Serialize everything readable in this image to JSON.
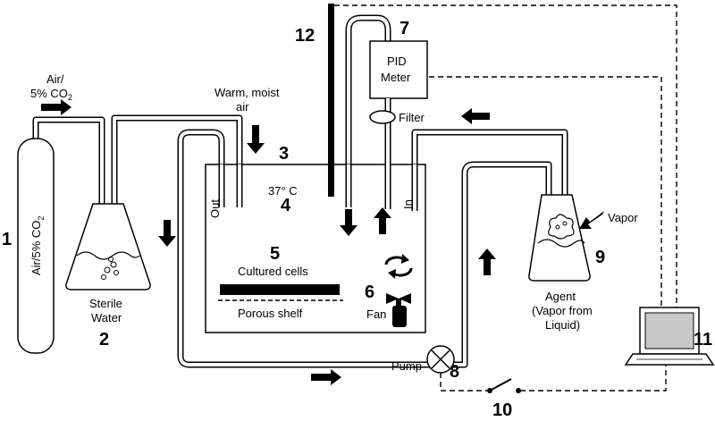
{
  "numbers": {
    "n1": "1",
    "n2": "2",
    "n3": "3",
    "n4": "4",
    "n5": "5",
    "n6": "6",
    "n7": "7",
    "n8": "8",
    "n9": "9",
    "n10": "10",
    "n11": "11",
    "n12": "12"
  },
  "labels": {
    "air_co2_line1": "Air/",
    "air_co2_line2": "5% CO",
    "air_co2_sub": "2",
    "tank": "Air/5% CO",
    "tank_sub": "2",
    "sterile": "Sterile",
    "water": "Water",
    "warm_moist": "Warm, moist",
    "air": "air",
    "temp": "37° C",
    "out": "Out",
    "in": "In",
    "cultured_cells": "Cultured cells",
    "porous_shelf": "Porous shelf",
    "fan": "Fan",
    "pid_line1": "PID",
    "pid_line2": "Meter",
    "filter": "Filter",
    "vapor": "Vapor",
    "agent_line1": "Agent",
    "agent_line2": "(Vapor from",
    "agent_line3": "Liquid)",
    "pump": "Pump"
  },
  "icons": [
    "gas-tank-icon",
    "humidifier-flask-icon",
    "incubator-chamber-icon",
    "fan-icon",
    "rotation-arrows-icon",
    "pid-meter-icon",
    "filter-icon",
    "agent-flask-icon",
    "pump-icon",
    "switch-icon",
    "laptop-icon",
    "flow-arrow-icon"
  ]
}
